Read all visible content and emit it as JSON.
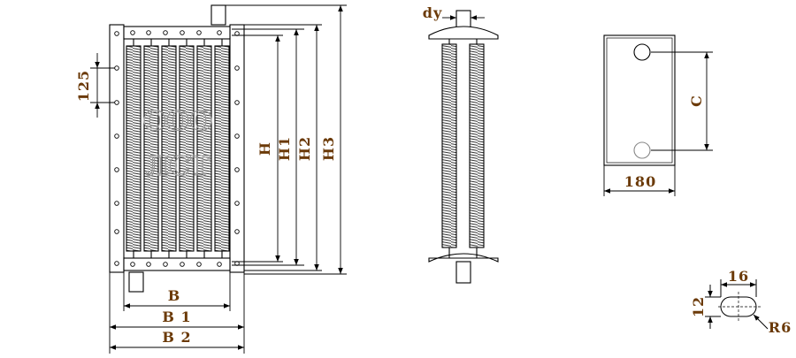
{
  "colors": {
    "line": "#000000",
    "label": "#6b3a08",
    "watermark": "#9a9a9a"
  },
  "labels": {
    "pitch_125": "125",
    "H": "H",
    "H1": "H1",
    "H2": "H2",
    "H3": "H3",
    "B": "B",
    "B1": "B 1",
    "B2": "B 2",
    "dy": "dy",
    "C": "C",
    "width_180": "180",
    "slot_w_16": "16",
    "slot_h_12": "12",
    "radius_R6": "R6"
  },
  "watermark": {
    "line1": "ООО",
    "line2": "ЛСТ"
  }
}
